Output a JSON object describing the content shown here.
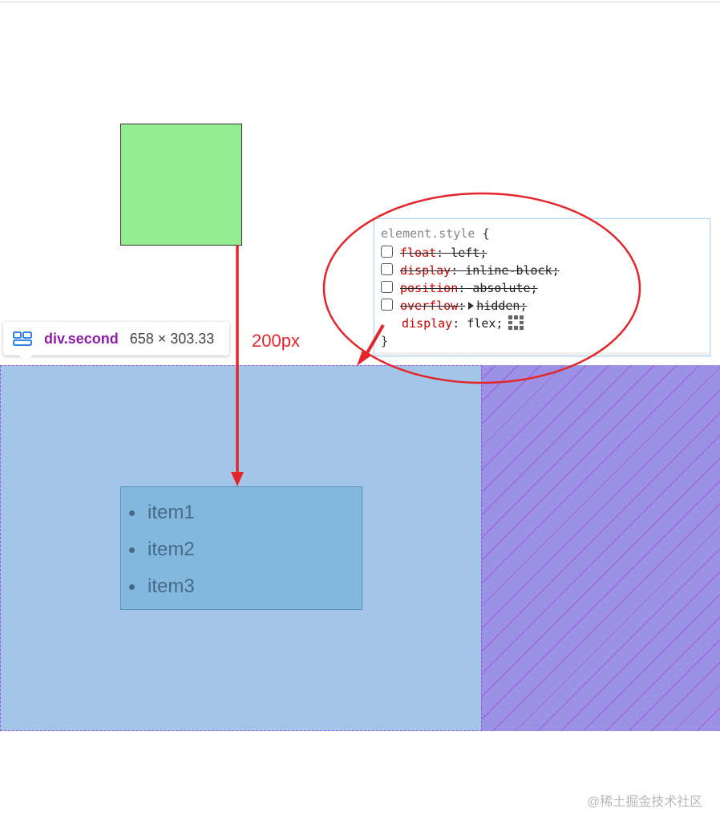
{
  "tooltip": {
    "name": "div.second",
    "size": "658 × 303.33",
    "icon": "flex-layout-icon"
  },
  "annotation": {
    "label": "200px",
    "color": "#e4262b"
  },
  "styles_panel": {
    "selector": "element.style",
    "open_brace": "{",
    "close_brace": "}",
    "rules": [
      {
        "property": "float",
        "value": "left",
        "disabled": true,
        "has_checkbox": true
      },
      {
        "property": "display",
        "value": "inline-block",
        "disabled": true,
        "has_checkbox": true
      },
      {
        "property": "position",
        "value": "absolute",
        "disabled": true,
        "has_checkbox": true
      },
      {
        "property": "overflow",
        "value": "hidden",
        "disabled": true,
        "has_checkbox": true,
        "expandable": true
      },
      {
        "property": "display",
        "value": "flex",
        "disabled": false,
        "has_checkbox": false,
        "editor_icon": "flexbox-editor-icon"
      }
    ]
  },
  "list": {
    "items": [
      "item1",
      "item2",
      "item3"
    ]
  },
  "colors": {
    "green_box": "#93ec8f",
    "second_region": "#a3c5e8",
    "list_box": "#82b7de",
    "overflow_hatch": "#9b92e6",
    "annotation_red": "#e4262b"
  },
  "watermark": "@稀土掘金技术社区"
}
